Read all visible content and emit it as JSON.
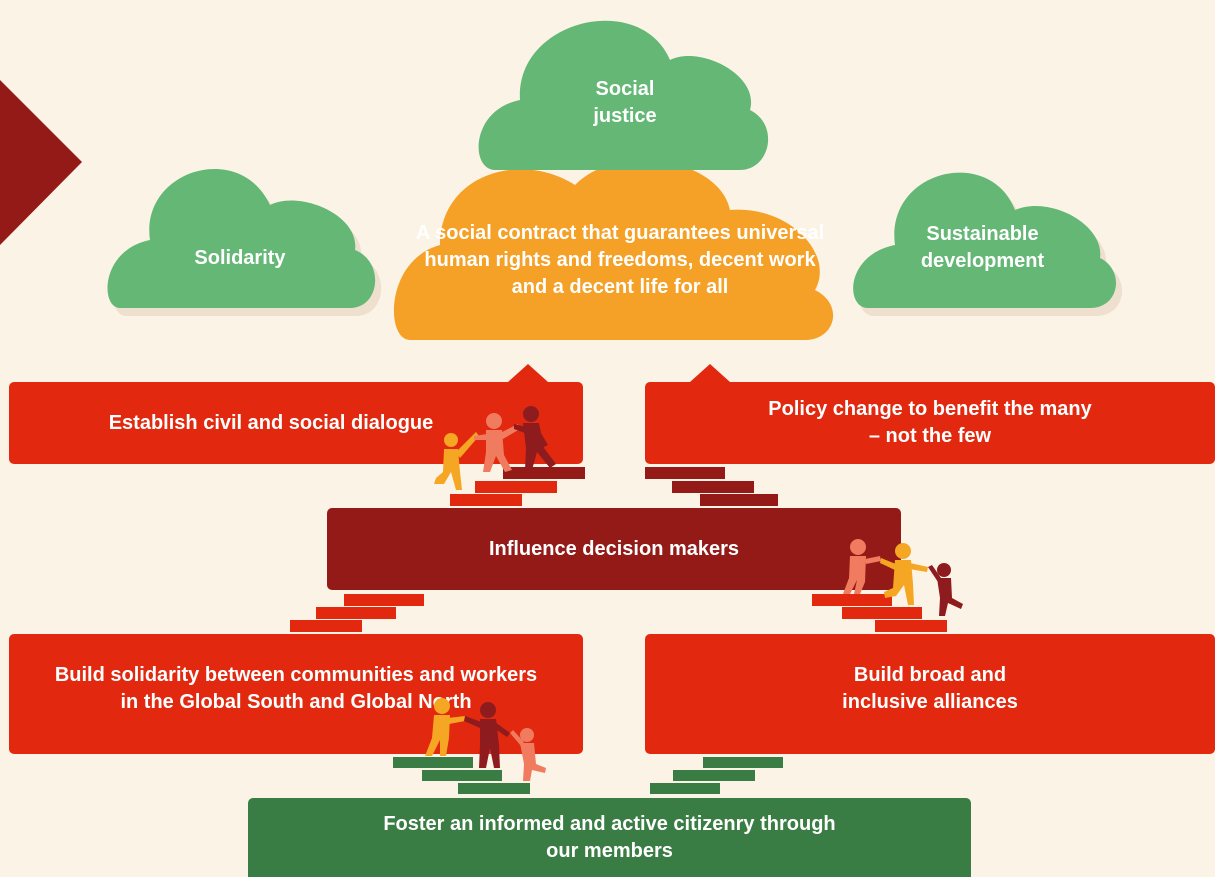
{
  "clouds": {
    "social_justice": "Social\njustice",
    "solidarity": "Solidarity",
    "main_goal": "A social contract that guarantees universal human rights and freedoms, decent work and a decent life for all",
    "sustainable": "Sustainable development"
  },
  "boxes": {
    "dialogue": "Establish civil and social dialogue",
    "policy": "Policy change to benefit the many – not the few",
    "influence": "Influence decision makers",
    "solidarity_build": "Build solidarity between communities and workers in the Global South and Global North",
    "alliances": "Build broad and inclusive alliances",
    "foster": "Foster an informed and active citizenry through our members"
  },
  "colors": {
    "background": "#fcf3e7",
    "cloud_green": "#64b775",
    "cloud_orange": "#f5a026",
    "box_red": "#e2280e",
    "box_dark_red": "#941a18",
    "box_green": "#3a7d44",
    "figure_orange": "#f5a623",
    "figure_salmon": "#f07b5f",
    "figure_maroon": "#8e1b1e"
  }
}
